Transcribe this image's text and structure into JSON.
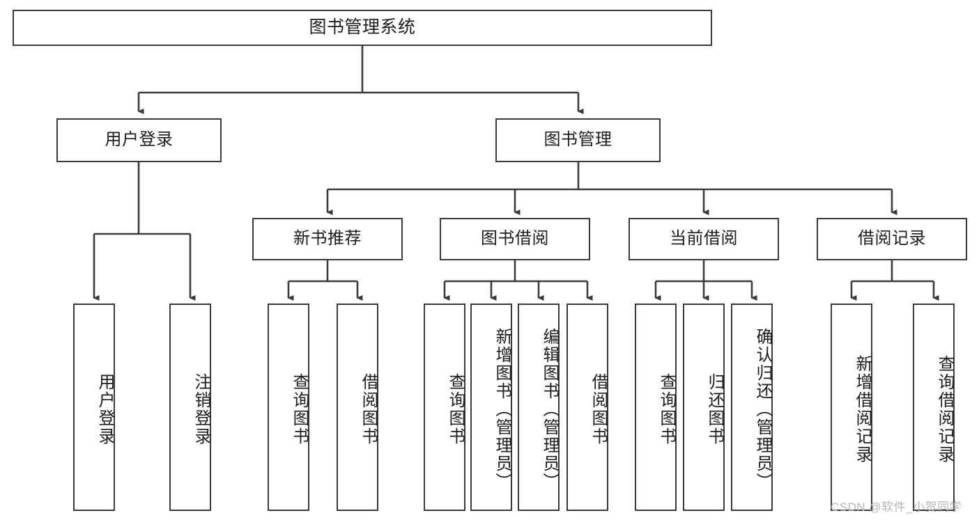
{
  "diagram": {
    "title": "图书管理系统",
    "type": "hierarchy-tree",
    "colors": {
      "box_border": "#3a3a3a",
      "box_fill": "#ffffff",
      "line": "#3a3a3a",
      "text": "#1c1c1c",
      "watermark": "#b6b6b6",
      "background": "#ffffff"
    },
    "levels": {
      "root": {
        "label": "图书管理系统"
      },
      "level2": [
        {
          "id": "user-login",
          "label": "用户登录"
        },
        {
          "id": "book-manage",
          "label": "图书管理"
        }
      ],
      "level3": [
        {
          "id": "new-book-recommend",
          "label": "新书推荐",
          "parent": "book-manage"
        },
        {
          "id": "book-borrow",
          "label": "图书借阅",
          "parent": "book-manage"
        },
        {
          "id": "current-borrow",
          "label": "当前借阅",
          "parent": "book-manage"
        },
        {
          "id": "borrow-record",
          "label": "借阅记录",
          "parent": "book-manage"
        }
      ],
      "leaves": [
        {
          "id": "leaf-user-login",
          "label": "用户登录",
          "parent": "user-login"
        },
        {
          "id": "leaf-logout-login",
          "label": "注销登录",
          "parent": "user-login"
        },
        {
          "id": "leaf-query-book-1",
          "label": "查询图书",
          "parent": "new-book-recommend"
        },
        {
          "id": "leaf-borrow-book-1",
          "label": "借阅图书",
          "parent": "new-book-recommend"
        },
        {
          "id": "leaf-query-book-2",
          "label": "查询图书",
          "parent": "book-borrow"
        },
        {
          "id": "leaf-add-book",
          "label": "新增图书（管理员）",
          "parent": "book-borrow"
        },
        {
          "id": "leaf-edit-book",
          "label": "编辑图书（管理员）",
          "parent": "book-borrow"
        },
        {
          "id": "leaf-borrow-book-2",
          "label": "借阅图书",
          "parent": "book-borrow"
        },
        {
          "id": "leaf-query-book-3",
          "label": "查询图书",
          "parent": "current-borrow"
        },
        {
          "id": "leaf-return-book",
          "label": "归还图书",
          "parent": "current-borrow"
        },
        {
          "id": "leaf-confirm-return",
          "label": "确认归还（管理员）",
          "parent": "current-borrow"
        },
        {
          "id": "leaf-add-record",
          "label": "新增借阅记录",
          "parent": "borrow-record"
        },
        {
          "id": "leaf-query-record",
          "label": "查询借阅记录",
          "parent": "borrow-record"
        }
      ]
    },
    "watermark": "CSDN @软件_小贺同学"
  }
}
